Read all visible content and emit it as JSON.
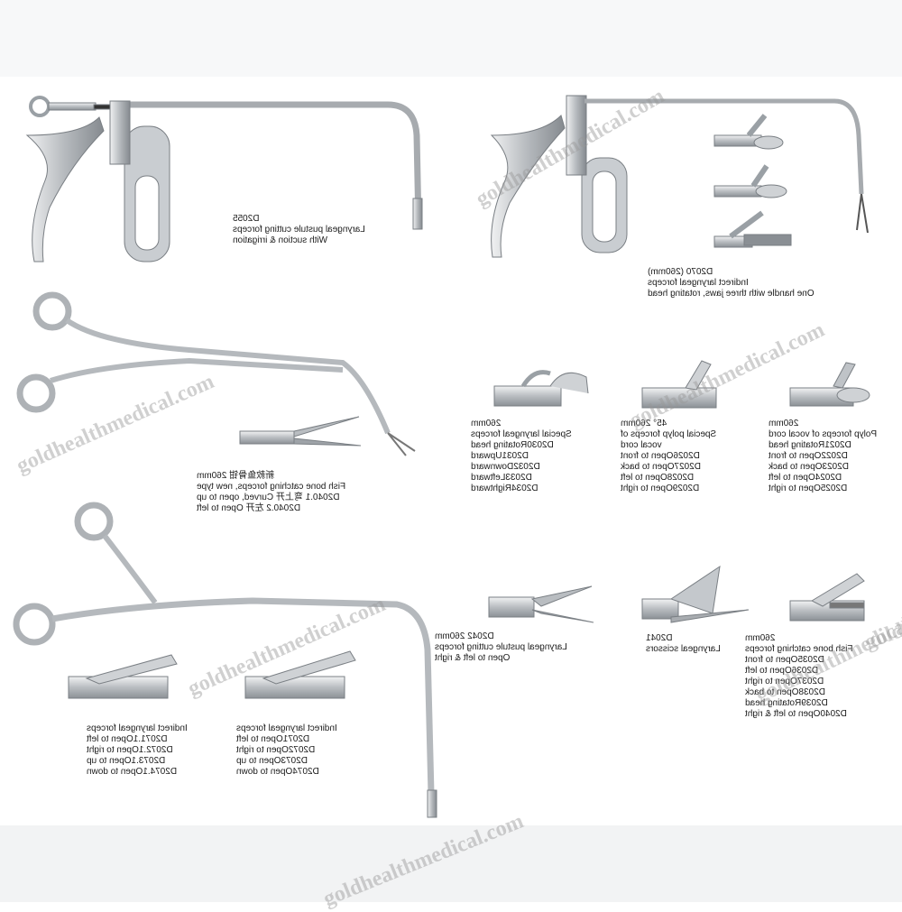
{
  "captions": {
    "d2055": {
      "lines": [
        "D2055",
        "Laryngeal pustule cutting forceps",
        "With suction & irrigation"
      ]
    },
    "d2070": {
      "lines": [
        "D2070 (260mm)",
        "Indirect laryngeal forceps",
        "One handle with three jaws, rotating head"
      ]
    },
    "d2040": {
      "lines": [
        "新款鱼骨钳 260mm",
        "Fish bone catching forceps, new type",
        "D2040.1 弯上开 Curved, open to up",
        "D2040.2 左开 Open to left"
      ]
    },
    "special_laryngeal": {
      "header": [
        "260mm",
        "Special laryngeal forceps"
      ],
      "rows": [
        {
          "code": "D2030",
          "desc": "Rotating head"
        },
        {
          "code": "D2031",
          "desc": "Upward"
        },
        {
          "code": "D2032",
          "desc": "Downward"
        },
        {
          "code": "D2033",
          "desc": "Leftward"
        },
        {
          "code": "D2034",
          "desc": "Rightward"
        }
      ]
    },
    "special_polyp": {
      "header": [
        "45° 260mm",
        "Special polyp forceps of",
        "vocal cord"
      ],
      "rows": [
        {
          "code": "D2026",
          "desc": "Open to front"
        },
        {
          "code": "D2027",
          "desc": "Open to back"
        },
        {
          "code": "D2028",
          "desc": "Open to left"
        },
        {
          "code": "D2029",
          "desc": "Open to right"
        }
      ]
    },
    "polyp_vocal": {
      "header": [
        "260mm",
        "Polyp forceps of vocal cord"
      ],
      "rows": [
        {
          "code": "D2021",
          "desc": "Rotating head"
        },
        {
          "code": "D2022",
          "desc": "Open to front"
        },
        {
          "code": "D2023",
          "desc": "Open to back"
        },
        {
          "code": "D2024",
          "desc": "Open to left"
        },
        {
          "code": "D2025",
          "desc": "Open to right"
        }
      ]
    },
    "d2042": {
      "lines": [
        "D2042 260mm",
        "Laryngeal pustule cutting forceps",
        "Open to left & right"
      ]
    },
    "d2041": {
      "lines": [
        "D2041",
        "Laryngeal scissors"
      ]
    },
    "fish_bone": {
      "header": [
        "260mm",
        "Fish bone catching forceps"
      ],
      "rows": [
        {
          "code": "D2035",
          "desc": "Open to front"
        },
        {
          "code": "D2036",
          "desc": "Open to left"
        },
        {
          "code": "D2037",
          "desc": "Open to right"
        },
        {
          "code": "D2038",
          "desc": "Open to back"
        },
        {
          "code": "D2039",
          "desc": "Rotating head"
        },
        {
          "code": "D2040",
          "desc": "Open to left & right"
        }
      ]
    },
    "indirect_a": {
      "header": [
        "Indirect laryngeal forceps"
      ],
      "rows": [
        {
          "code": "D2071.1",
          "desc": "Open to left"
        },
        {
          "code": "D2072.1",
          "desc": "Open to right"
        },
        {
          "code": "D2073.1",
          "desc": "Open to up"
        },
        {
          "code": "D2074.1",
          "desc": "Open to down"
        }
      ]
    },
    "indirect_b": {
      "header": [
        "Indirect laryngeal forceps"
      ],
      "rows": [
        {
          "code": "D2071",
          "desc": "Open to left"
        },
        {
          "code": "D2072",
          "desc": "Open to right"
        },
        {
          "code": "D2073",
          "desc": "Open to up"
        },
        {
          "code": "D2074",
          "desc": "Open to down"
        }
      ]
    }
  },
  "watermarks": [
    "goldhealthmedical.com",
    "goldhealthmedical.com",
    "goldhealthmedical.com",
    "goldhealthmedical.com",
    "goldhealthmedical.com",
    "goldhealthmedical.com",
    "goldhealthmedical.com"
  ],
  "colors": {
    "steel_light": "#e6e8ea",
    "steel": "#b8bcc0",
    "steel_dark": "#6e7378",
    "caption": "#1a1a1a",
    "watermark": "#969696"
  }
}
